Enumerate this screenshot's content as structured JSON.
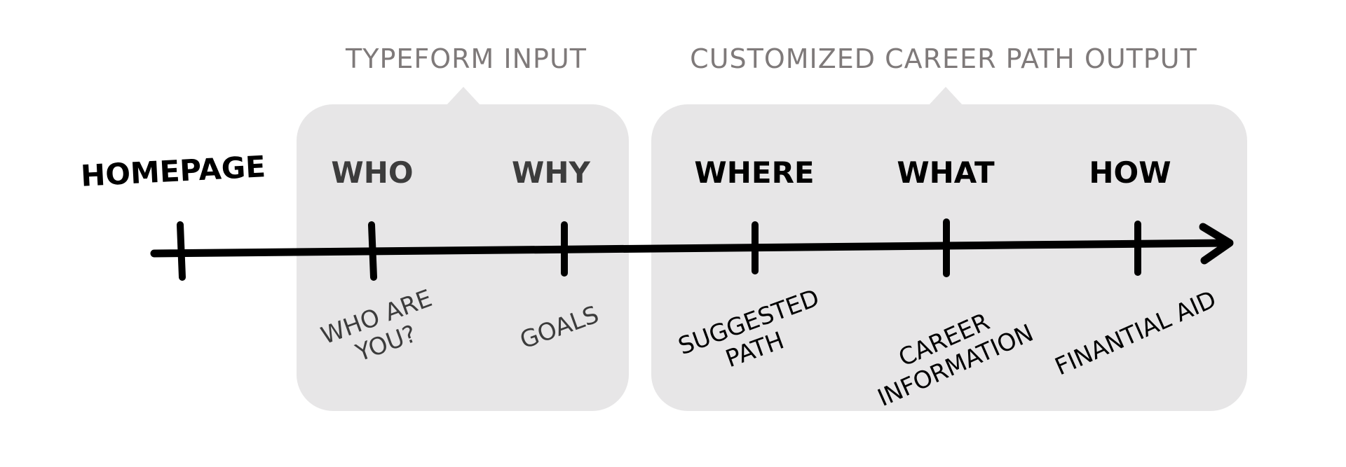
{
  "groups": {
    "input_label": "TYPEFORM INPUT",
    "output_label": "CUSTOMIZED CAREER PATH OUTPUT"
  },
  "stages": [
    {
      "title": "HOMEPAGE",
      "sub": []
    },
    {
      "title": "WHO",
      "sub": [
        "WHO ARE",
        "YOU?"
      ]
    },
    {
      "title": "WHY",
      "sub": [
        "GOALS"
      ]
    },
    {
      "title": "WHERE",
      "sub": [
        "SUGGESTED",
        "PATH"
      ]
    },
    {
      "title": "WHAT",
      "sub": [
        "CAREER",
        "INFORMATION"
      ]
    },
    {
      "title": "HOW",
      "sub": [
        "FINANTIAL AID"
      ]
    }
  ],
  "colors": {
    "box_fill": "#e7e6e7",
    "group_label": "#7f7a7a",
    "ink": "#000000",
    "muted_ink": "#3c3c3c"
  }
}
